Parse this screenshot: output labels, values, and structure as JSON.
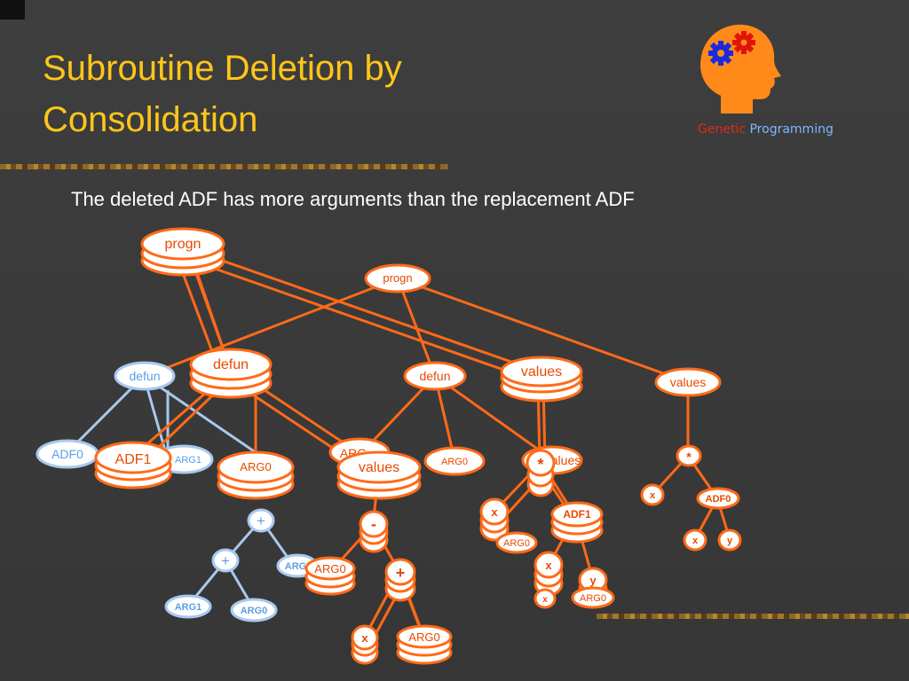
{
  "slide": {
    "title_line1": "Subroutine Deletion by",
    "title_line2": "Consolidation",
    "subtitle": "The deleted ADF has more arguments than the replacement ADF",
    "logo": {
      "word1": "Genetic",
      "word2": "Programming",
      "icon": "head-with-gears-icon"
    }
  },
  "colors": {
    "title": "#ffc619",
    "orange": "#ff6a18",
    "blue": "#a8c8ee",
    "background": "#3a3a3a"
  },
  "nodes": {
    "progn_main": "progn",
    "progn_small": "progn",
    "defun_blue": "defun",
    "defun_big": "defun",
    "defun_right": "defun",
    "values_big": "values",
    "values_small": "values",
    "adf0_blue": "ADF0",
    "adf1_big": "ADF1",
    "arg1_blue": "ARG1",
    "arg0_big": "ARG0",
    "arg_hidden": "ARG",
    "values_mid": "values",
    "arg0_right": "ARG0",
    "values_partial": "values",
    "star_big": "*",
    "star_small": "*",
    "x_small1": "x",
    "adf0_small": "ADF0",
    "x_small2": "x",
    "y_small": "y",
    "plus_blue1": "+",
    "plus_blue2": "+",
    "arg_blue_right": "ARG",
    "arg1_blue_bottom": "ARG1",
    "arg0_blue_bottom": "ARG0",
    "minus_big": "-",
    "arg0_stack": "ARG0",
    "plus_big": "+",
    "x_bottom": "x",
    "arg0_bottom": "ARG0",
    "x_stack1": "x",
    "adf1_small": "ADF1",
    "arg0_small_a": "ARG0",
    "x_stack2": "x",
    "y_stack": "y",
    "x_tiny": "x",
    "arg0_small_b": "ARG0"
  }
}
